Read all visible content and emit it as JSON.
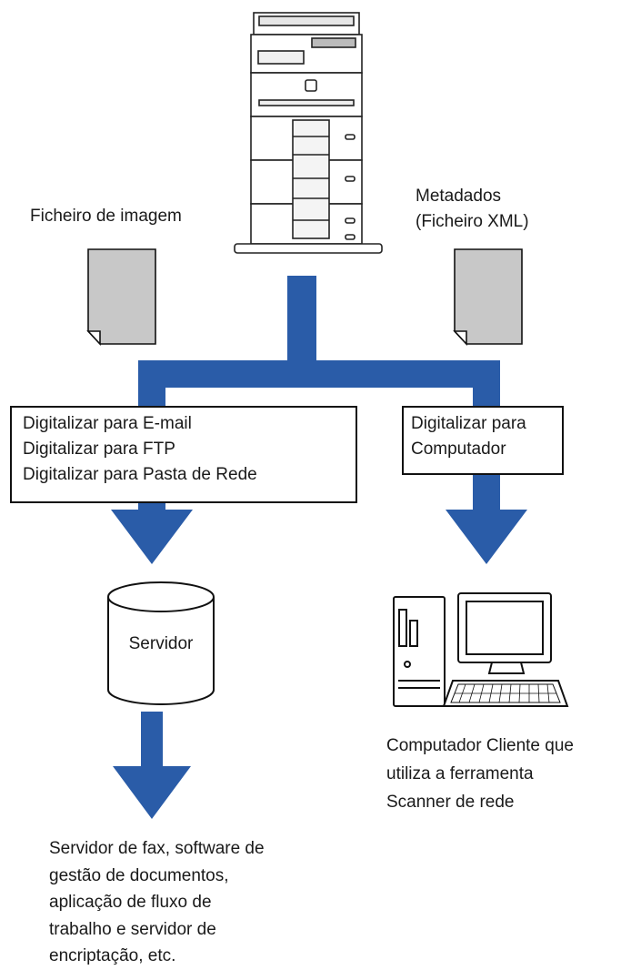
{
  "labels": {
    "image_file": "Ficheiro de imagem",
    "metadata": [
      "Metadados",
      "(Ficheiro XML)"
    ],
    "server": "Servidor",
    "client": [
      "Computador Cliente que",
      "utiliza a ferramenta",
      "Scanner de rede"
    ],
    "destinations": [
      "Servidor de fax, software de",
      "gestão de documentos,",
      "aplicação de fluxo de",
      "trabalho e servidor de",
      "encriptação, etc."
    ]
  },
  "scan_methods_left": [
    "Digitalizar para E-mail",
    "Digitalizar para FTP",
    "Digitalizar para Pasta de Rede"
  ],
  "scan_methods_right": [
    "Digitalizar para",
    "Computador"
  ],
  "colors": {
    "arrow": "#2a5ca8",
    "document": "#c8c8c8",
    "outline": "#111111"
  },
  "icons": [
    "printer-icon",
    "document-icon",
    "server-cylinder-icon",
    "desktop-computer-icon",
    "arrow-down-icon"
  ]
}
